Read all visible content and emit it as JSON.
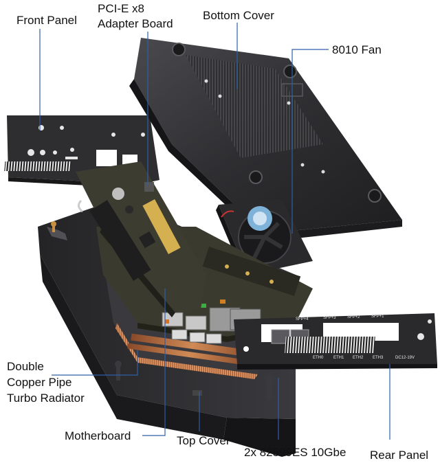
{
  "labels": {
    "front_panel": "Front Panel",
    "pcie_adapter_line1": "PCI-E x8",
    "pcie_adapter_line2": "Adapter Board",
    "bottom_cover": "Bottom Cover",
    "fan": "8010 Fan",
    "radiator_line1": "Double",
    "radiator_line2": "Copper Pipe",
    "radiator_line3": "Turbo Radiator",
    "motherboard": "Motherboard",
    "top_cover": "Top Cover",
    "nic": "2x 82599ES 10Gbe",
    "rear_panel": "Rear Panel"
  },
  "rear_panel_port_labels": [
    "SFP+4",
    "SFP+3",
    "SFP+2",
    "SFP+1",
    "ETH0",
    "ETH1",
    "ETH2",
    "ETH3",
    "DC12-19V"
  ],
  "colors": {
    "leader_line": "#2f5fa8",
    "metal_dark": "#2b2b2d",
    "metal_mid": "#3c3c40",
    "pcb": "#3a3a2e",
    "copper": "#b5653a",
    "fan_label": "#7fb2d8"
  }
}
